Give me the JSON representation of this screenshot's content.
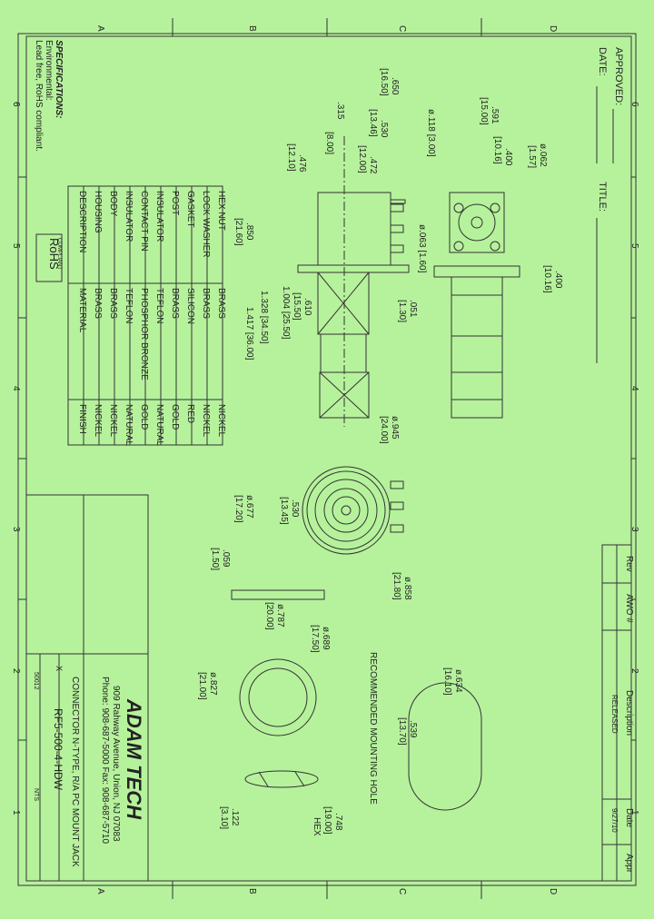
{
  "border": {
    "letters_top": [
      "A",
      "B",
      "C",
      "D"
    ],
    "letters_bottom": [
      "A",
      "B",
      "C",
      "D"
    ],
    "numbers": [
      "6",
      "5",
      "4",
      "3",
      "2",
      "1"
    ]
  },
  "approval": {
    "approved": "APPROVED:",
    "date": "DATE:",
    "title": "TITLE:"
  },
  "specifications": {
    "heading": "SPECIFICATIONS:",
    "line1": "Environmental:",
    "line2": "Lead free, RoHS compliant."
  },
  "rohs": {
    "mark": "RoHS",
    "sub": "COMPLIANT"
  },
  "bom": {
    "headers": [
      "DESCRIPTION",
      "MATERIAL",
      "FINISH"
    ],
    "rows": [
      [
        "HEX NUT",
        "BRASS",
        "NICKEL"
      ],
      [
        "LOCK WASHER",
        "BRASS",
        "NICKEL"
      ],
      [
        "GASKET",
        "SILICON",
        "RED"
      ],
      [
        "POST",
        "BRASS",
        "GOLD"
      ],
      [
        "INSULATOR",
        "TEFLON",
        "NATURAL"
      ],
      [
        "CONTACT PIN",
        "PHOSPHOR BRONZE",
        "GOLD"
      ],
      [
        "INSULATOR",
        "TEFLON",
        "NATURAL"
      ],
      [
        "BODY",
        "BRASS",
        "NICKEL"
      ],
      [
        "HOUSING",
        "BRASS",
        "NICKEL"
      ]
    ]
  },
  "dims": {
    "d650": ".650",
    "d650m": "[16.50]",
    "d530": ".530",
    "d530m": "[13.46]",
    "d472": ".472",
    "d472m": "[12.00]",
    "d315": ".315",
    "d315m": "[8.00]",
    "d476": ".476",
    "d476m": "[12.10]",
    "d118": "ø.118 [3.00]",
    "d591": ".591",
    "d591m": "[15.00]",
    "d400a": ".400",
    "d400am": "[10.16]",
    "d062": "ø.062",
    "d062m": "[1.57]",
    "d063": "ø.063 [1.60]",
    "d850": ".850",
    "d850m": "[21.60]",
    "d610": ".610",
    "d610m": "[15.50]",
    "d1004": "1.004 [25.50]",
    "d1328": "1.328 [34.50]",
    "d1417": "1.417 [36.00]",
    "d051": ".051",
    "d051m": "[1.30]",
    "d400b": ".400",
    "d400bm": "[10.16]",
    "d945": "ø.945",
    "d945m": "[24.00]",
    "d530b": ".530",
    "d530bm": "[13.45]",
    "d677": "ø.677",
    "d677m": "[17.20]",
    "d858": "ø.858",
    "d858m": "[21.80]",
    "d059": ".059",
    "d059m": "[1.50]",
    "d787": "ø.787",
    "d787m": "[20.00]",
    "d689": "ø.689",
    "d689m": "[17.50]",
    "d827": "ø.827",
    "d827m": "[21.00]",
    "d122": ".122",
    "d122m": "[3.10]",
    "d748": ".748",
    "d748m": "[19.00]",
    "hex": "HEX",
    "d634": "ø.634",
    "d634m": "[16.10]",
    "d539": ".539",
    "d539m": "[13.70]"
  },
  "mounting_hole": "RECOMMENDED MOUNTING HOLE",
  "revision": {
    "headers": [
      "Rev",
      "AWO #",
      "Description",
      "Date",
      "Appr"
    ],
    "description": "RELEASED",
    "date": "9/27/10"
  },
  "company": {
    "name": "ADAM TECH",
    "address": "909 Rahway Avenue, Union, NJ 07083",
    "phone": "Phone: 908-687-5000 Fax: 908-687-5710"
  },
  "title_block": {
    "title": "CONNECTOR N-TYPE, R/A PC MOUNT JACK",
    "part": "RF5-500-4-HDW",
    "scale": "NTS",
    "x": "X",
    "ref": "50012"
  }
}
